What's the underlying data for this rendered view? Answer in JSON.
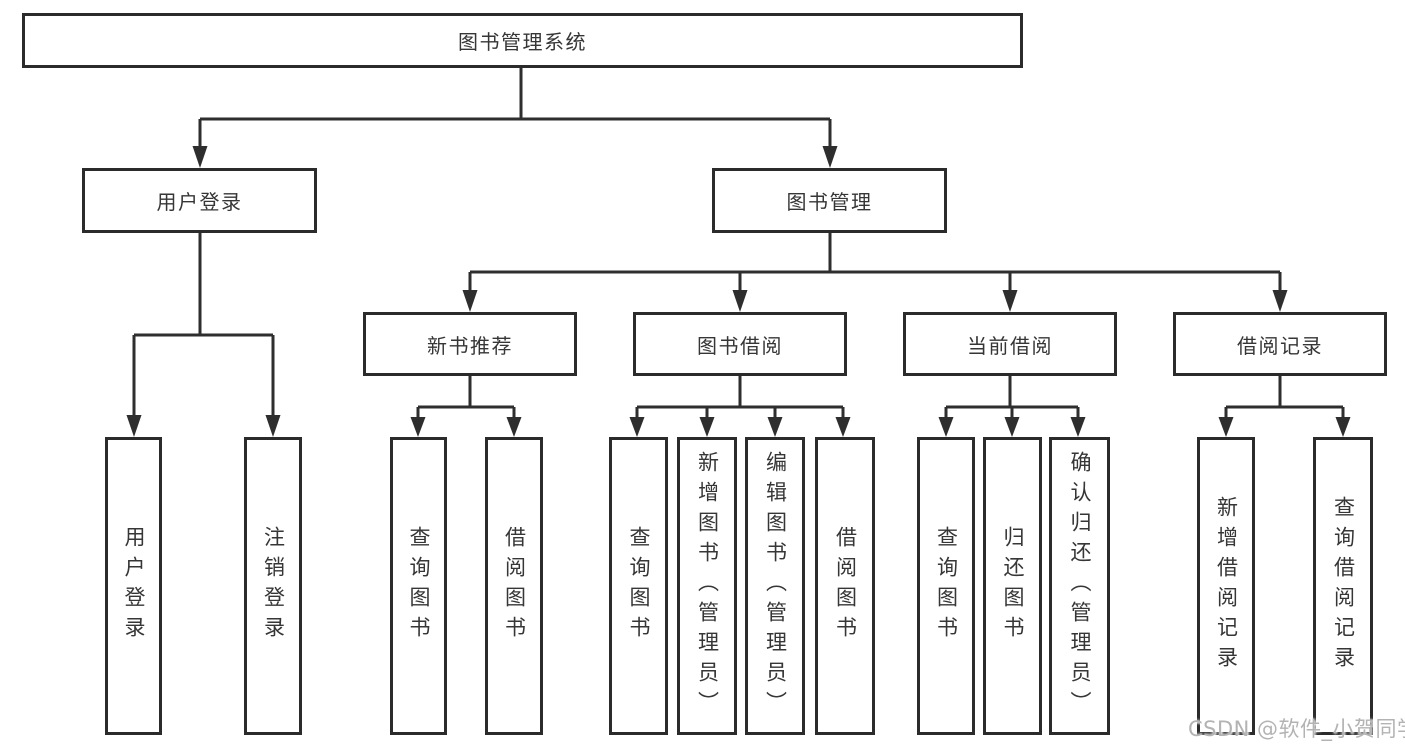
{
  "diagram": {
    "root": {
      "label": "图书管理系统"
    },
    "branches": [
      {
        "label": "用户登录",
        "children": [
          {
            "label": "用户登录"
          },
          {
            "label": "注销登录"
          }
        ]
      },
      {
        "label": "图书管理",
        "sections": [
          {
            "label": "新书推荐",
            "children": [
              {
                "label": "查询图书"
              },
              {
                "label": "借阅图书"
              }
            ]
          },
          {
            "label": "图书借阅",
            "children": [
              {
                "label": "查询图书"
              },
              {
                "label": "新增图书（管理员）"
              },
              {
                "label": "编辑图书（管理员）"
              },
              {
                "label": "借阅图书"
              }
            ]
          },
          {
            "label": "当前借阅",
            "children": [
              {
                "label": "查询图书"
              },
              {
                "label": "归还图书"
              },
              {
                "label": "确认归还（管理员）"
              }
            ]
          },
          {
            "label": "借阅记录",
            "children": [
              {
                "label": "新增借阅记录"
              },
              {
                "label": "查询借阅记录"
              }
            ]
          }
        ]
      }
    ]
  },
  "watermark": {
    "text": "CSDN @软件_小贺同学"
  },
  "colors": {
    "line": "#2e2e2e",
    "box_border": "#2b2b2b",
    "text": "#363636",
    "background": "#ffffff",
    "watermark": "#b3b3b3"
  }
}
